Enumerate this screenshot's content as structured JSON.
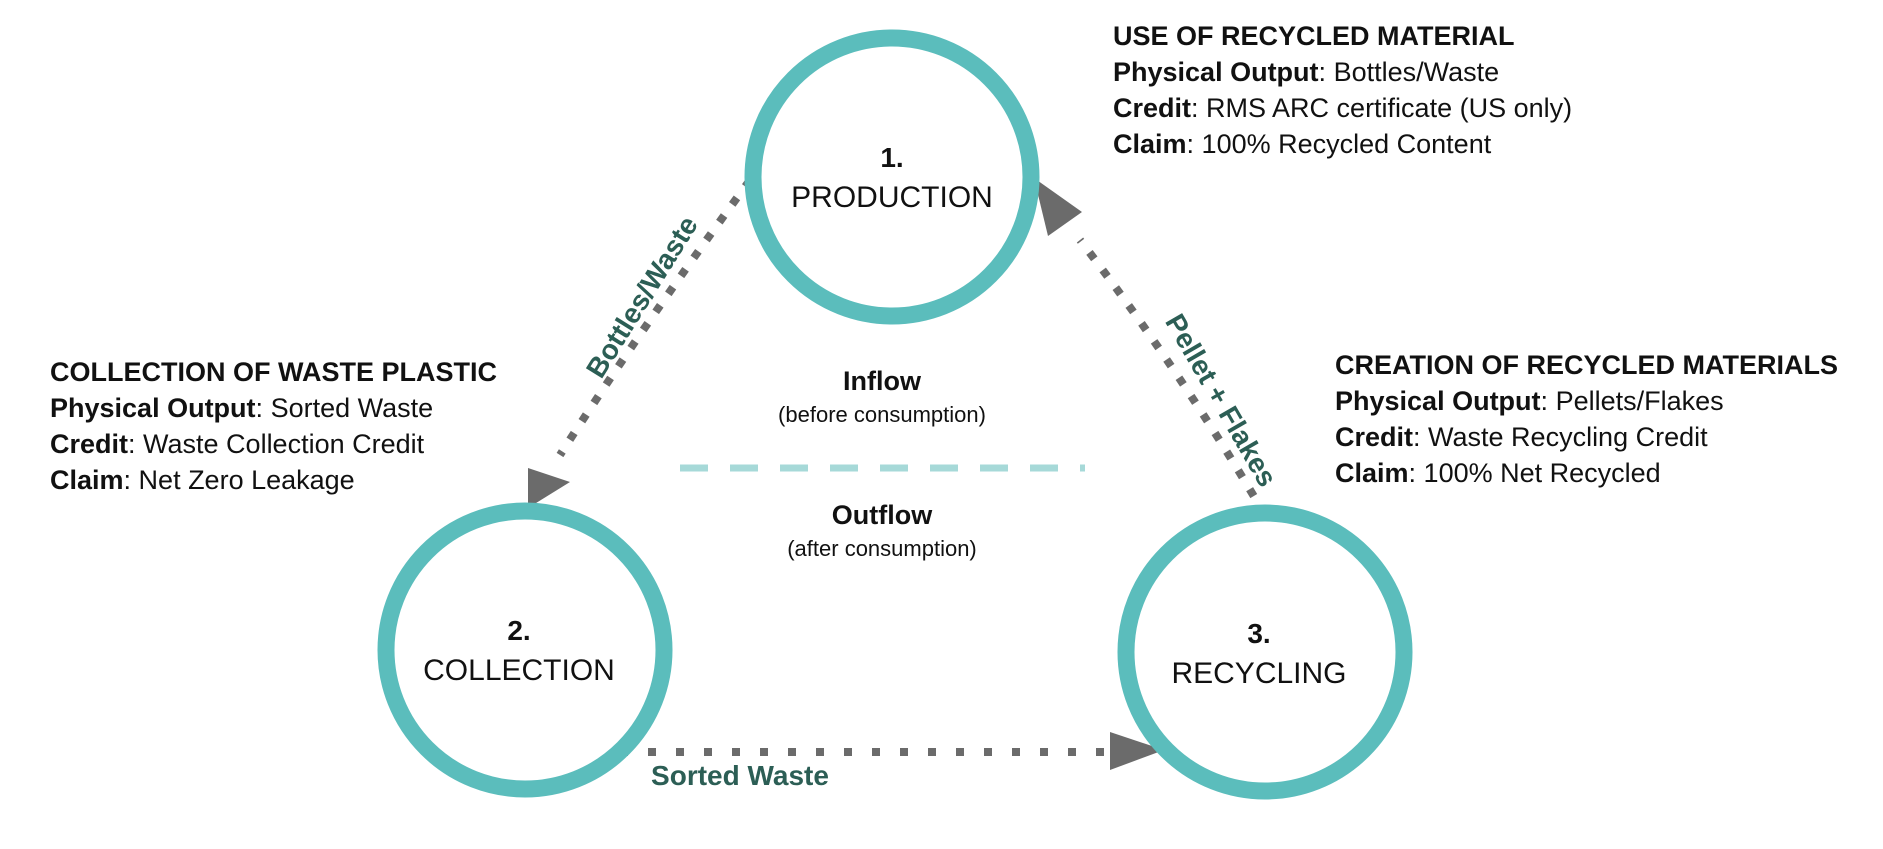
{
  "colors": {
    "ring": "#5bbdbc",
    "arrow": "#6b6b6b",
    "label_green": "#2c5e55",
    "divider": "#a6d9d8"
  },
  "nodes": [
    {
      "number": "1.",
      "label": "PRODUCTION"
    },
    {
      "number": "2.",
      "label": "COLLECTION"
    },
    {
      "number": "3.",
      "label": "RECYCLING"
    }
  ],
  "arrows": [
    {
      "label": "Bottles/Waste"
    },
    {
      "label": "Pellet + Flakes"
    },
    {
      "label": "Sorted Waste"
    }
  ],
  "flows": {
    "inflow_title": "Inflow",
    "inflow_sub": "(before consumption)",
    "outflow_title": "Outflow",
    "outflow_sub": "(after consumption)"
  },
  "panels": {
    "use": {
      "title": "USE OF RECYCLED MATERIAL",
      "rows": [
        {
          "key": "Physical Output",
          "sep": ":",
          "value": " Bottles/Waste"
        },
        {
          "key": "Credit",
          "sep": ":",
          "value": " RMS ARC certificate (US only)"
        },
        {
          "key": "Claim",
          "sep": ":",
          "value": " 100% Recycled Content"
        }
      ]
    },
    "collection": {
      "title": "COLLECTION OF WASTE PLASTIC",
      "rows": [
        {
          "key": "Physical Output",
          "sep": ":",
          "value": " Sorted Waste"
        },
        {
          "key": "Credit",
          "sep": ":",
          "value": " Waste Collection Credit"
        },
        {
          "key": "Claim",
          "sep": ":",
          "value": " Net Zero Leakage"
        }
      ]
    },
    "creation": {
      "title": "CREATION OF RECYCLED MATERIALS",
      "rows": [
        {
          "key": "Physical Output",
          "sep": ":",
          "value": " Pellets/Flakes"
        },
        {
          "key": "Credit",
          "sep": ":",
          "value": " Waste Recycling Credit"
        },
        {
          "key": "Claim",
          "sep": ":",
          "value": " 100% Net Recycled"
        }
      ]
    }
  }
}
